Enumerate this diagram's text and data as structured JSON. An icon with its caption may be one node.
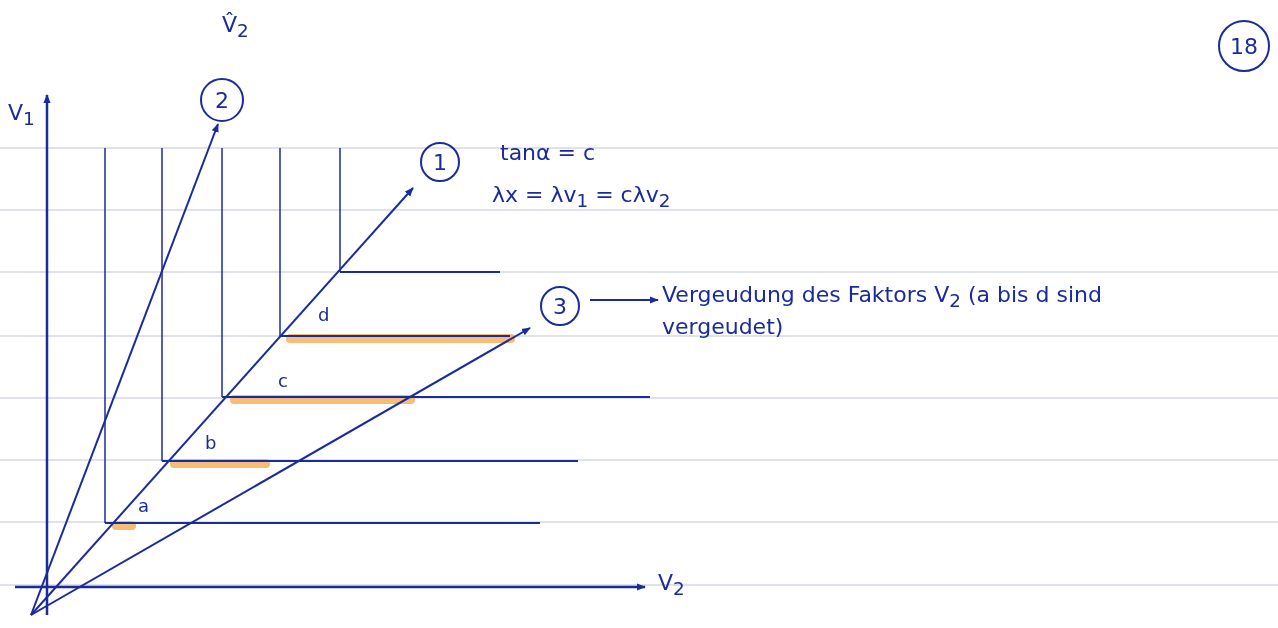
{
  "diagram": {
    "nodes": [
      {
        "text": [
          "2"
        ]
      },
      {
        "text": [
          "1"
        ]
      },
      {
        "text": [
          "3"
        ]
      },
      {
        "text": [
          "Vergeudung des Faktors V$_{2}$ (a bis d sind vergeudet)"
        ]
      },
      {
        "text": [
          "18"
        ]
      }
    ],
    "edges": [
      {
        "from": null,
        "to": 0,
        "arrow": "to"
      },
      {
        "from": null,
        "to": 1,
        "arrow": "to"
      },
      {
        "from": null,
        "to": 2,
        "arrow": "to"
      },
      {
        "from": 2,
        "to": 3,
        "arrow": "to"
      }
    ],
    "labels": [
      "V̂$_{2}$",
      "V$_{1}$",
      "tanα = c",
      "λx = λv$_{1}$ = cλv$_{2}$",
      "d",
      "c",
      "b",
      "a",
      "V$_{2}$"
    ]
  }
}
